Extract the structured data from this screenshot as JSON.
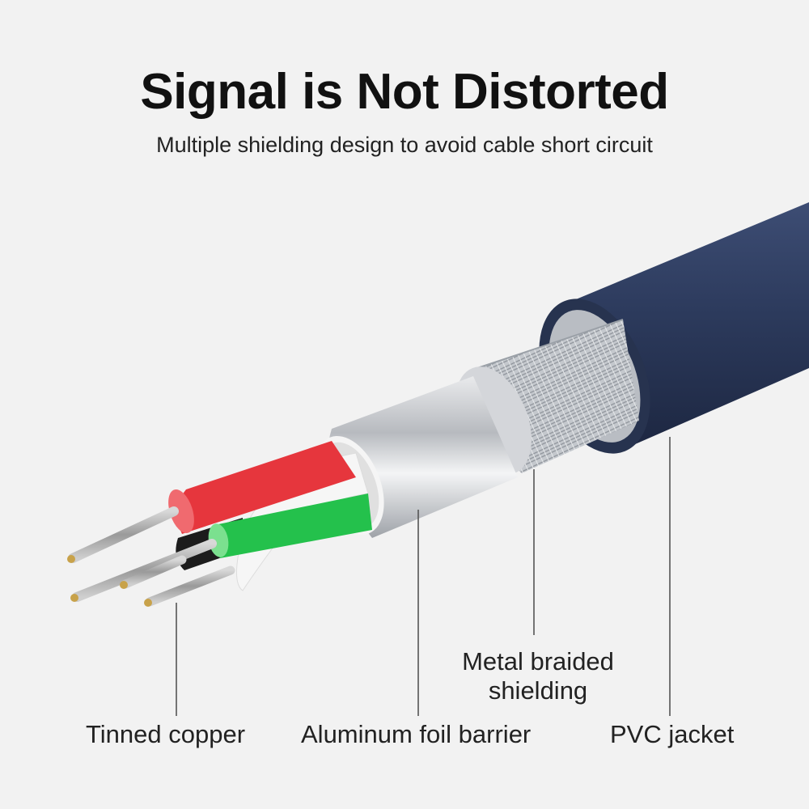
{
  "header": {
    "title": "Signal is Not Distorted",
    "subtitle": "Multiple shielding design to avoid cable short circuit"
  },
  "callouts": {
    "tinned_copper": "Tinned copper",
    "aluminum_foil": "Aluminum foil barrier",
    "metal_braided": "Metal braided shielding",
    "pvc_jacket": "PVC jacket"
  },
  "colors": {
    "background": "#f2f2f2",
    "jacket": "#2c3a5c",
    "wire_red": "#e8343c",
    "wire_green": "#22c44a",
    "wire_white": "#f4f4f4",
    "wire_black": "#1a1a1a",
    "foil": "#c9cbcf",
    "braid": "#b8bcc2"
  }
}
